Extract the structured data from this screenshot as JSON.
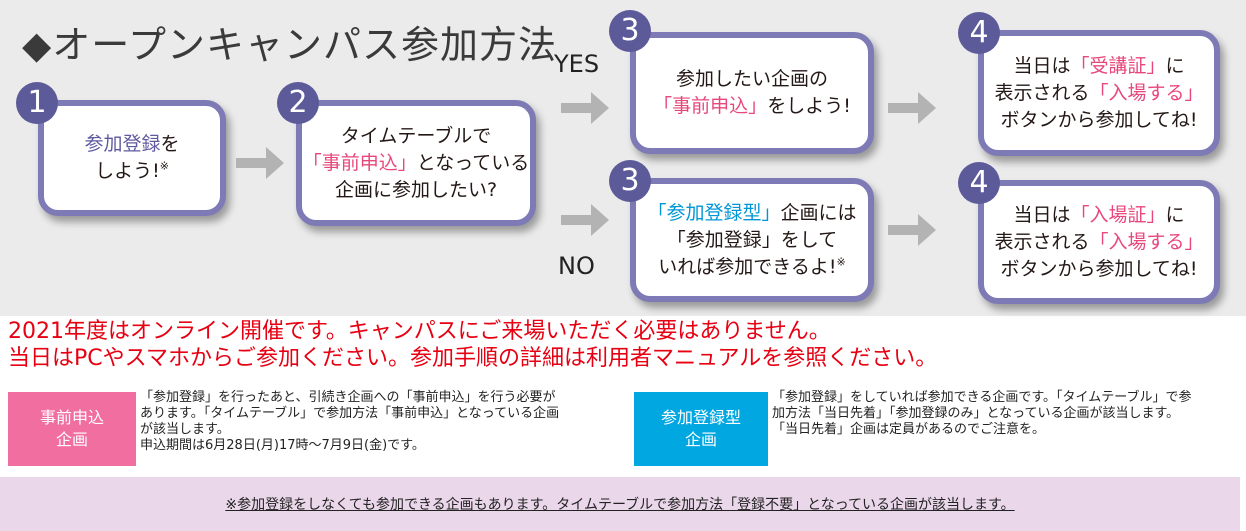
{
  "title": "◆オープンキャンパス参加方法",
  "labels": {
    "yes": "YES",
    "no": "NO"
  },
  "steps": {
    "s1": {
      "num": "1",
      "l1a": "参加登録",
      "l1b": "を",
      "l2": "しよう!",
      "sup": "※"
    },
    "s2": {
      "num": "2",
      "l1": "タイムテーブルで",
      "l2a": "「事前申込」",
      "l2b": "となっている",
      "l3": "企画に参加したい?"
    },
    "s3y": {
      "num": "3",
      "l1": "参加したい企画の",
      "l2a": "「事前申込」",
      "l2b": "をしよう!"
    },
    "s3n": {
      "num": "3",
      "l1a": "「参加登録型」",
      "l1b": "企画には",
      "l2": "「参加登録」をして",
      "l3": "いれば参加できるよ!",
      "sup": "※"
    },
    "s4y": {
      "num": "4",
      "l1a": "当日は",
      "l1b": "「受講証」",
      "l1c": "に",
      "l2a": "表示される",
      "l2b": "「入場する」",
      "l3": "ボタンから参加してね!"
    },
    "s4n": {
      "num": "4",
      "l1a": "当日は",
      "l1b": "「入場証」",
      "l1c": "に",
      "l2a": "表示される",
      "l2b": "「入場する」",
      "l3": "ボタンから参加してね!"
    }
  },
  "notice": {
    "line1": "2021年度はオンライン開催です。キャンパスにご来場いただく必要はありません。",
    "line2": "当日はPCやスマホからご参加ください。参加手順の詳細は利用者マニュアルを参照ください。"
  },
  "types": {
    "advance": {
      "tag": "事前申込\n企画",
      "lines": [
        "「参加登録」を行ったあと、引続き企画への「事前申込」を行う必要が",
        "あります。「タイムテーブル」で参加方法「事前申込」となっている企画",
        "が該当します。",
        "申込期間は6月28日(月)17時〜7月9日(金)です。"
      ]
    },
    "registration": {
      "tag": "参加登録型\n企画",
      "lines": [
        "「参加登録」をしていれば参加できる企画です。「タイムテーブル」で参",
        "加方法「当日先着」「参加登録のみ」となっている企画が該当します。",
        "「当日先着」企画は定員があるのでご注意を。"
      ]
    }
  },
  "footnote": "※参加登録をしなくても参加できる企画もあります。タイムテーブルで参加方法「登録不要」となっている企画が該当します。",
  "colors": {
    "accent_purple": "#7d7ab5",
    "circle": "#5d5a99",
    "pink": "#e8477b",
    "red_notice": "#e60012",
    "tag_pink": "#f06ea0",
    "tag_cyan": "#00a7e1",
    "footer_bg": "#ead7ea",
    "arrow": "#b3b3b3"
  }
}
